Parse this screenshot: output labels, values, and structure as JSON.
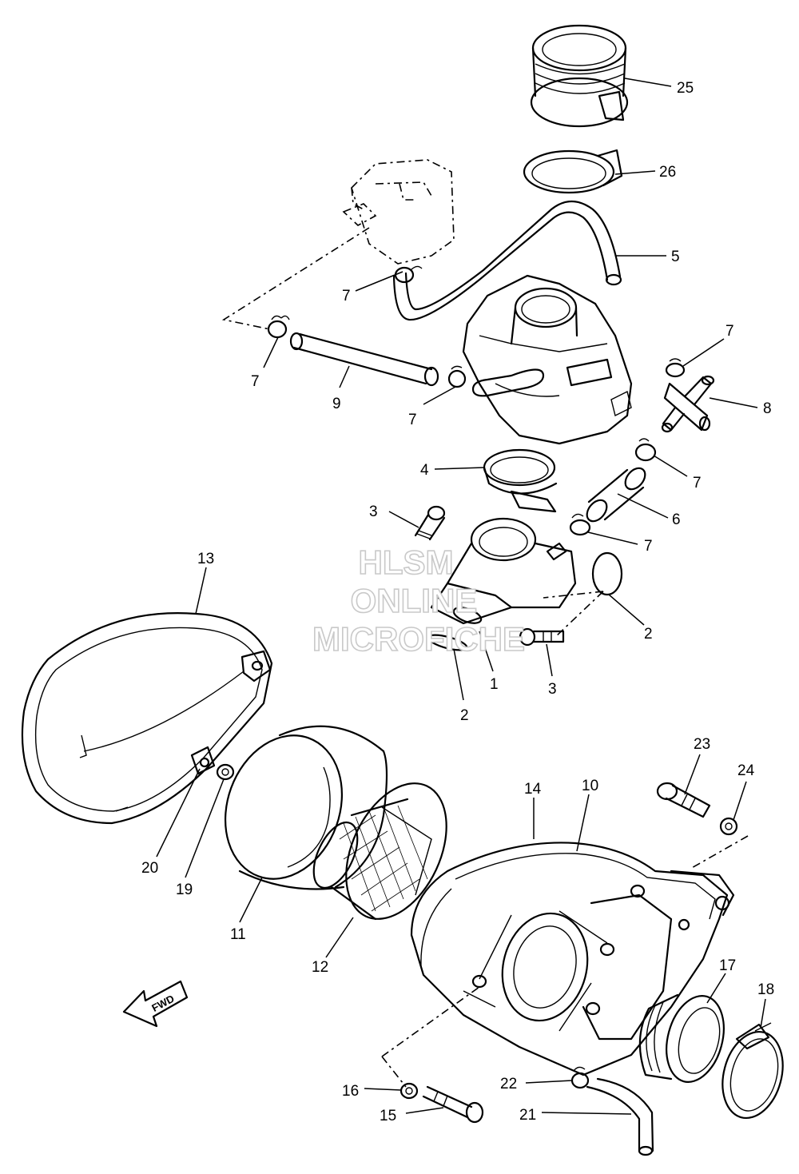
{
  "diagram": {
    "callouts": [
      "25",
      "26",
      "5",
      "7",
      "7",
      "7",
      "9",
      "7",
      "8",
      "7",
      "4",
      "3",
      "6",
      "7",
      "13",
      "2",
      "1",
      "3",
      "2",
      "23",
      "24",
      "14",
      "10",
      "20",
      "19",
      "11",
      "12",
      "17",
      "18",
      "16",
      "22",
      "15",
      "21"
    ],
    "watermark": [
      "HLSM",
      "ONLINE",
      "MICROFICHE"
    ],
    "fwd_label": "FWD"
  }
}
